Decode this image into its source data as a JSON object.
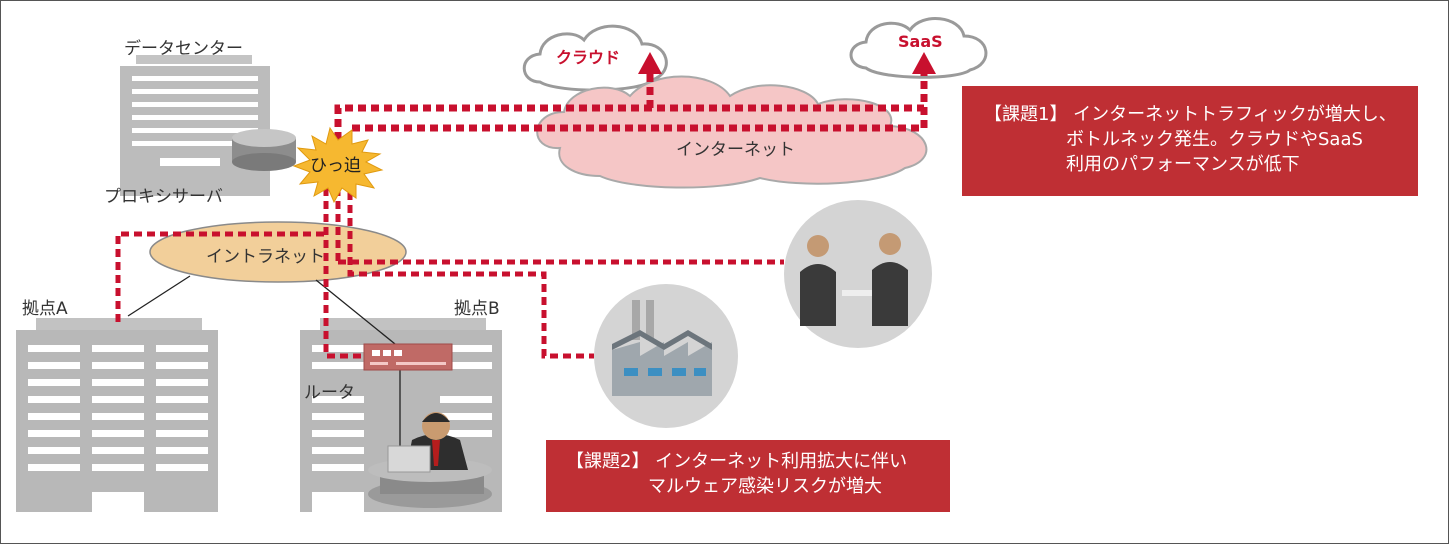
{
  "labels": {
    "datacenter": "データセンター",
    "proxy": "プロキシサーバ",
    "congestion": "ひっ迫",
    "cloud": "クラウド",
    "saas": "SaaS",
    "internet": "インターネット",
    "intranet": "イントラネット",
    "site_a": "拠点A",
    "site_b": "拠点B",
    "router": "ルータ"
  },
  "issues": [
    {
      "line1": "【課題1】 インターネットトラフィックが増大し、",
      "line2": "ボトルネック発生。クラウドやSaaS",
      "line3": "利用のパフォーマンスが低下"
    },
    {
      "line1": "【課題2】 インターネット利用拡大に伴い",
      "line2": "マルウェア感染リスクが増大"
    }
  ],
  "colors": {
    "accent_red": "#c8102e",
    "issue_box": "#bf2f34",
    "internet_cloud": "#f5c6c6",
    "intranet": "#f2cf9a",
    "congestion_burst": "#f6b830",
    "building": "#b8b8b8"
  },
  "icons": {
    "datacenter": "building-icon",
    "proxy": "server-disk-icon",
    "router": "router-icon",
    "factory": "factory-icon",
    "people": "businessmen-icon",
    "user": "office-worker-icon"
  }
}
